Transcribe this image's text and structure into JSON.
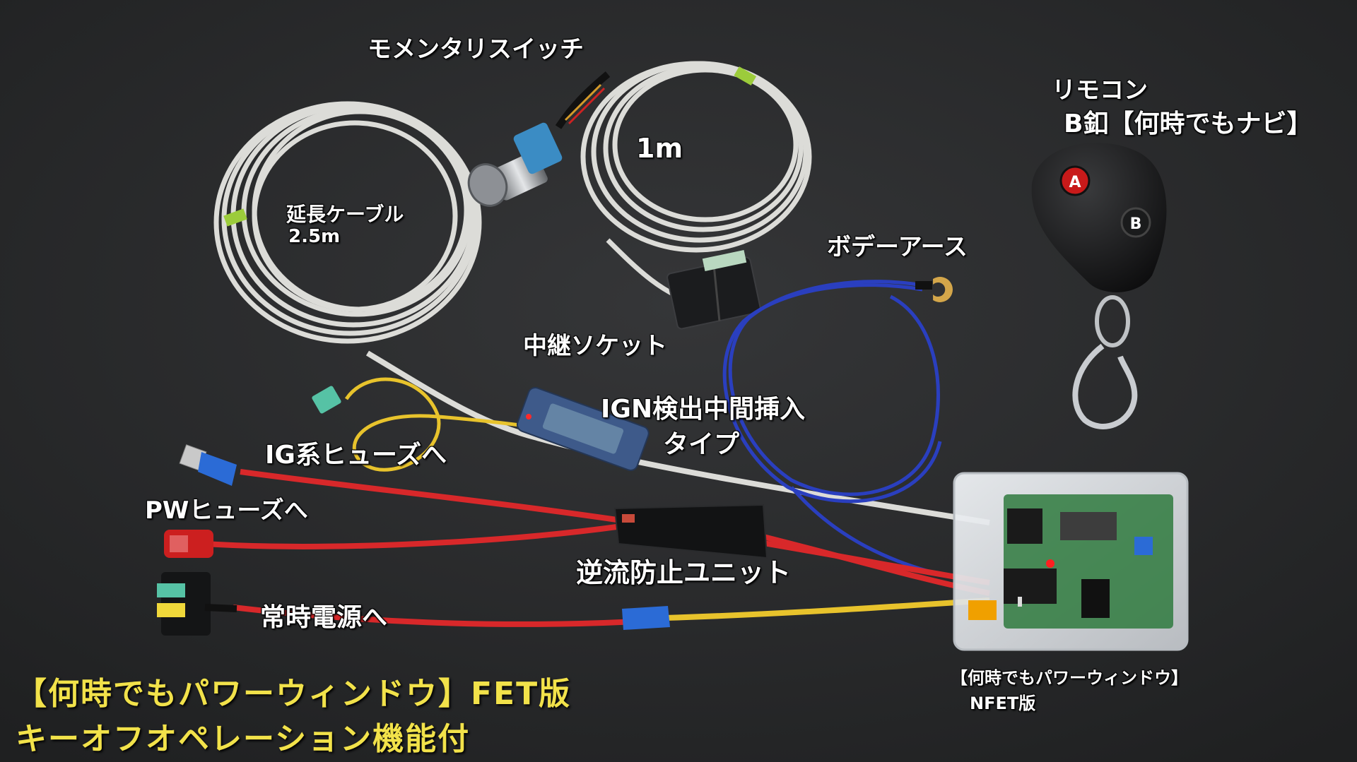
{
  "labels": {
    "momentary_switch": "モメンタリスイッチ",
    "one_meter": "1m",
    "ext_cable": "延長ケーブル",
    "ext_cable_len": "2.5m",
    "remote": "リモコン",
    "remote_sub": "B釦【何時でもナビ】",
    "body_earth": "ボデーアース",
    "relay_socket": "中継ソケット",
    "ign_detect": "IGN検出中間挿入",
    "ign_type": "タイプ",
    "ig_fuse": "IG系ヒューズへ",
    "pw_fuse": "PWヒューズへ",
    "reverse_unit": "逆流防止ユニット",
    "constant_power": "常時電源へ",
    "product_box": "【何時でもパワーウィンドウ】",
    "product_box_sub": "NFET版",
    "remote_btn_a": "A",
    "remote_btn_b": "B"
  },
  "title": {
    "line1": "【何時でもパワーウィンドウ】FET版",
    "line2": "キーオフオペレーション機能付"
  },
  "colors": {
    "background": "#2b2c2e",
    "title_yellow": "#f2e24a",
    "label_white": "#ffffff",
    "wire_red": "#d8282a",
    "wire_yellow": "#e8c32c",
    "wire_blue": "#2a3fbf",
    "cable_white": "#dcdcd8"
  }
}
